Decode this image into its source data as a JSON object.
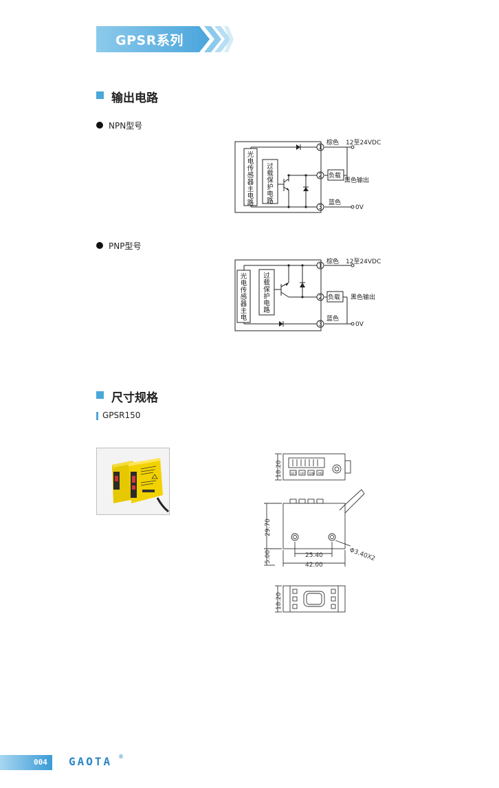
{
  "header": {
    "title": "GPSR系列"
  },
  "output_section": {
    "title": "输出电路",
    "npn": {
      "label": "NPN型号",
      "main_circuit": [
        "光",
        "电",
        "传",
        "感",
        "器",
        "主",
        "电",
        "路"
      ],
      "protection": [
        "过",
        "载",
        "保",
        "护",
        "电",
        "路"
      ],
      "pin1": "1",
      "pin2": "2",
      "pin3": "3",
      "brown": "棕色",
      "blue": "蓝色",
      "black_out": "黑色输出",
      "supply": "12至24VDC",
      "ground": "0V",
      "load": "负载"
    },
    "pnp": {
      "label": "PNP型号",
      "main_circuit": [
        "光",
        "电",
        "传",
        "感",
        "器",
        "主",
        "电"
      ],
      "protection": [
        "过",
        "载",
        "保",
        "护",
        "电",
        "路"
      ],
      "pin1": "1",
      "pin2": "2",
      "pin3": "3",
      "brown": "棕色",
      "blue": "蓝色",
      "black_out": "黑色输出",
      "supply": "12至24VDC",
      "ground": "0V",
      "load": "负载"
    }
  },
  "dimension_section": {
    "title": "尺寸规格",
    "model": "GPSR150",
    "dims": {
      "top_h": "18.20",
      "front_h": "29.70",
      "offset": "5.00",
      "hole_spacing": "25.40",
      "width": "42.00",
      "hole": "Φ3.40X2",
      "bottom_h": "18.20"
    },
    "panel_buttons": [
      "SET",
      "UP",
      "DN",
      "MD"
    ]
  },
  "footer": {
    "page": "004",
    "brand": "GAOTA",
    "reg": "®"
  },
  "colors": {
    "accent": "#4ba7d9",
    "banner_dark": "#3f9bd3",
    "banner_light": "#a9d7f2"
  }
}
